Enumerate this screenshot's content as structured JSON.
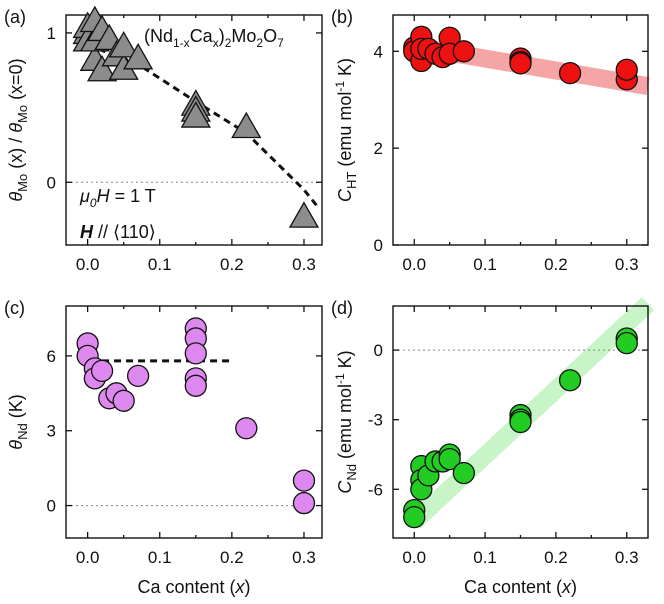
{
  "chart_data": [
    {
      "panel": "(a)",
      "type": "scatter",
      "marker": "triangle",
      "color": "#8c8c8c",
      "ylabel": "θMo (x) / θMo (x=0)",
      "xlim": [
        -0.03,
        0.325
      ],
      "ylim": [
        -0.42,
        1.12
      ],
      "xticks": [
        0.0,
        0.1,
        0.2,
        0.3
      ],
      "xtick_labels": [
        "0.0",
        "0.1",
        "0.2",
        "0.3"
      ],
      "yticks": [
        0,
        1
      ],
      "ytick_labels": [
        "0",
        "1"
      ],
      "zero_line": true,
      "annotations": [
        "(Nd1-xCax)2Mo2O7",
        "μ0H = 1 T",
        "H // ⟨110⟩"
      ],
      "x": [
        0.0,
        0.0,
        0.0,
        0.01,
        0.01,
        0.01,
        0.02,
        0.02,
        0.03,
        0.04,
        0.05,
        0.05,
        0.07,
        0.15,
        0.15,
        0.15,
        0.22,
        0.3
      ],
      "y": [
        1.0,
        1.04,
        0.95,
        0.82,
        0.95,
        1.08,
        1.02,
        0.75,
        0.96,
        0.85,
        0.76,
        0.91,
        0.83,
        0.52,
        0.48,
        0.44,
        0.37,
        -0.23
      ],
      "fit": {
        "style": "dashed",
        "x": [
          0.0,
          0.07,
          0.15,
          0.22,
          0.3,
          0.32
        ],
        "y": [
          0.92,
          0.79,
          0.54,
          0.33,
          -0.05,
          -0.17
        ]
      }
    },
    {
      "panel": "(b)",
      "type": "scatter",
      "marker": "circle",
      "color": "#ee1111",
      "ylabel": "CHT (emu mol-1 K)",
      "xlim": [
        -0.03,
        0.33
      ],
      "ylim": [
        0,
        4.75
      ],
      "xticks": [
        0.0,
        0.1,
        0.2,
        0.3
      ],
      "xtick_labels": [
        "0.0",
        "0.1",
        "0.2",
        "0.3"
      ],
      "yticks": [
        0,
        2,
        4
      ],
      "ytick_labels": [
        "0",
        "2",
        "4"
      ],
      "x": [
        0.0,
        0.0,
        0.01,
        0.01,
        0.01,
        0.02,
        0.03,
        0.04,
        0.05,
        0.05,
        0.07,
        0.15,
        0.15,
        0.15,
        0.22,
        0.3,
        0.3
      ],
      "y": [
        4.08,
        4.0,
        4.3,
        3.8,
        4.05,
        4.05,
        3.95,
        3.88,
        4.28,
        3.95,
        4.0,
        3.85,
        3.78,
        3.75,
        3.55,
        3.42,
        3.62
      ],
      "fit": {
        "style": "band",
        "color": "#f5a5a5",
        "x": [
          0.0,
          0.33
        ],
        "y": [
          4.1,
          3.28
        ]
      }
    },
    {
      "panel": "(c)",
      "type": "scatter",
      "marker": "circle",
      "color": "#dd88ee",
      "ylabel": "θNd (K)",
      "xlabel": "Ca content (x)",
      "xlim": [
        -0.03,
        0.325
      ],
      "ylim": [
        -1.3,
        8.0
      ],
      "xticks": [
        0.0,
        0.1,
        0.2,
        0.3
      ],
      "xtick_labels": [
        "0.0",
        "0.1",
        "0.2",
        "0.3"
      ],
      "yticks": [
        0,
        3,
        6
      ],
      "ytick_labels": [
        "0",
        "3",
        "6"
      ],
      "zero_line": true,
      "x": [
        0.0,
        0.0,
        0.01,
        0.01,
        0.02,
        0.03,
        0.04,
        0.05,
        0.07,
        0.15,
        0.15,
        0.15,
        0.15,
        0.15,
        0.22,
        0.3,
        0.3
      ],
      "y": [
        6.5,
        6.0,
        5.5,
        5.1,
        5.4,
        4.3,
        4.5,
        4.2,
        5.2,
        7.1,
        6.7,
        6.1,
        5.1,
        4.8,
        3.1,
        1.0,
        0.1
      ],
      "fit": {
        "style": "dashed",
        "x": [
          0.02,
          0.2
        ],
        "y": [
          5.8,
          5.8
        ]
      }
    },
    {
      "panel": "(d)",
      "type": "scatter",
      "marker": "circle",
      "color": "#22cc22",
      "ylabel": "CNd (emu mol-1 K)",
      "xlabel": "Ca content (x)",
      "xlim": [
        -0.03,
        0.33
      ],
      "ylim": [
        -8.1,
        1.9
      ],
      "xticks": [
        0.0,
        0.1,
        0.2,
        0.3
      ],
      "xtick_labels": [
        "0.0",
        "0.1",
        "0.2",
        "0.3"
      ],
      "yticks": [
        -6,
        -3,
        0
      ],
      "ytick_labels": [
        "-6",
        "-3",
        "0"
      ],
      "zero_line": true,
      "x": [
        0.0,
        0.0,
        0.01,
        0.01,
        0.01,
        0.02,
        0.03,
        0.04,
        0.05,
        0.05,
        0.07,
        0.15,
        0.15,
        0.15,
        0.22,
        0.3,
        0.3
      ],
      "y": [
        -6.9,
        -7.2,
        -5.0,
        -5.6,
        -6.0,
        -5.4,
        -4.8,
        -4.8,
        -4.5,
        -4.7,
        -5.3,
        -2.8,
        -3.0,
        -3.1,
        -1.3,
        0.5,
        0.3
      ],
      "fit": {
        "style": "band",
        "color": "#c8f5c8",
        "x": [
          0.0,
          0.33
        ],
        "y": [
          -7.4,
          2.0
        ]
      }
    }
  ]
}
